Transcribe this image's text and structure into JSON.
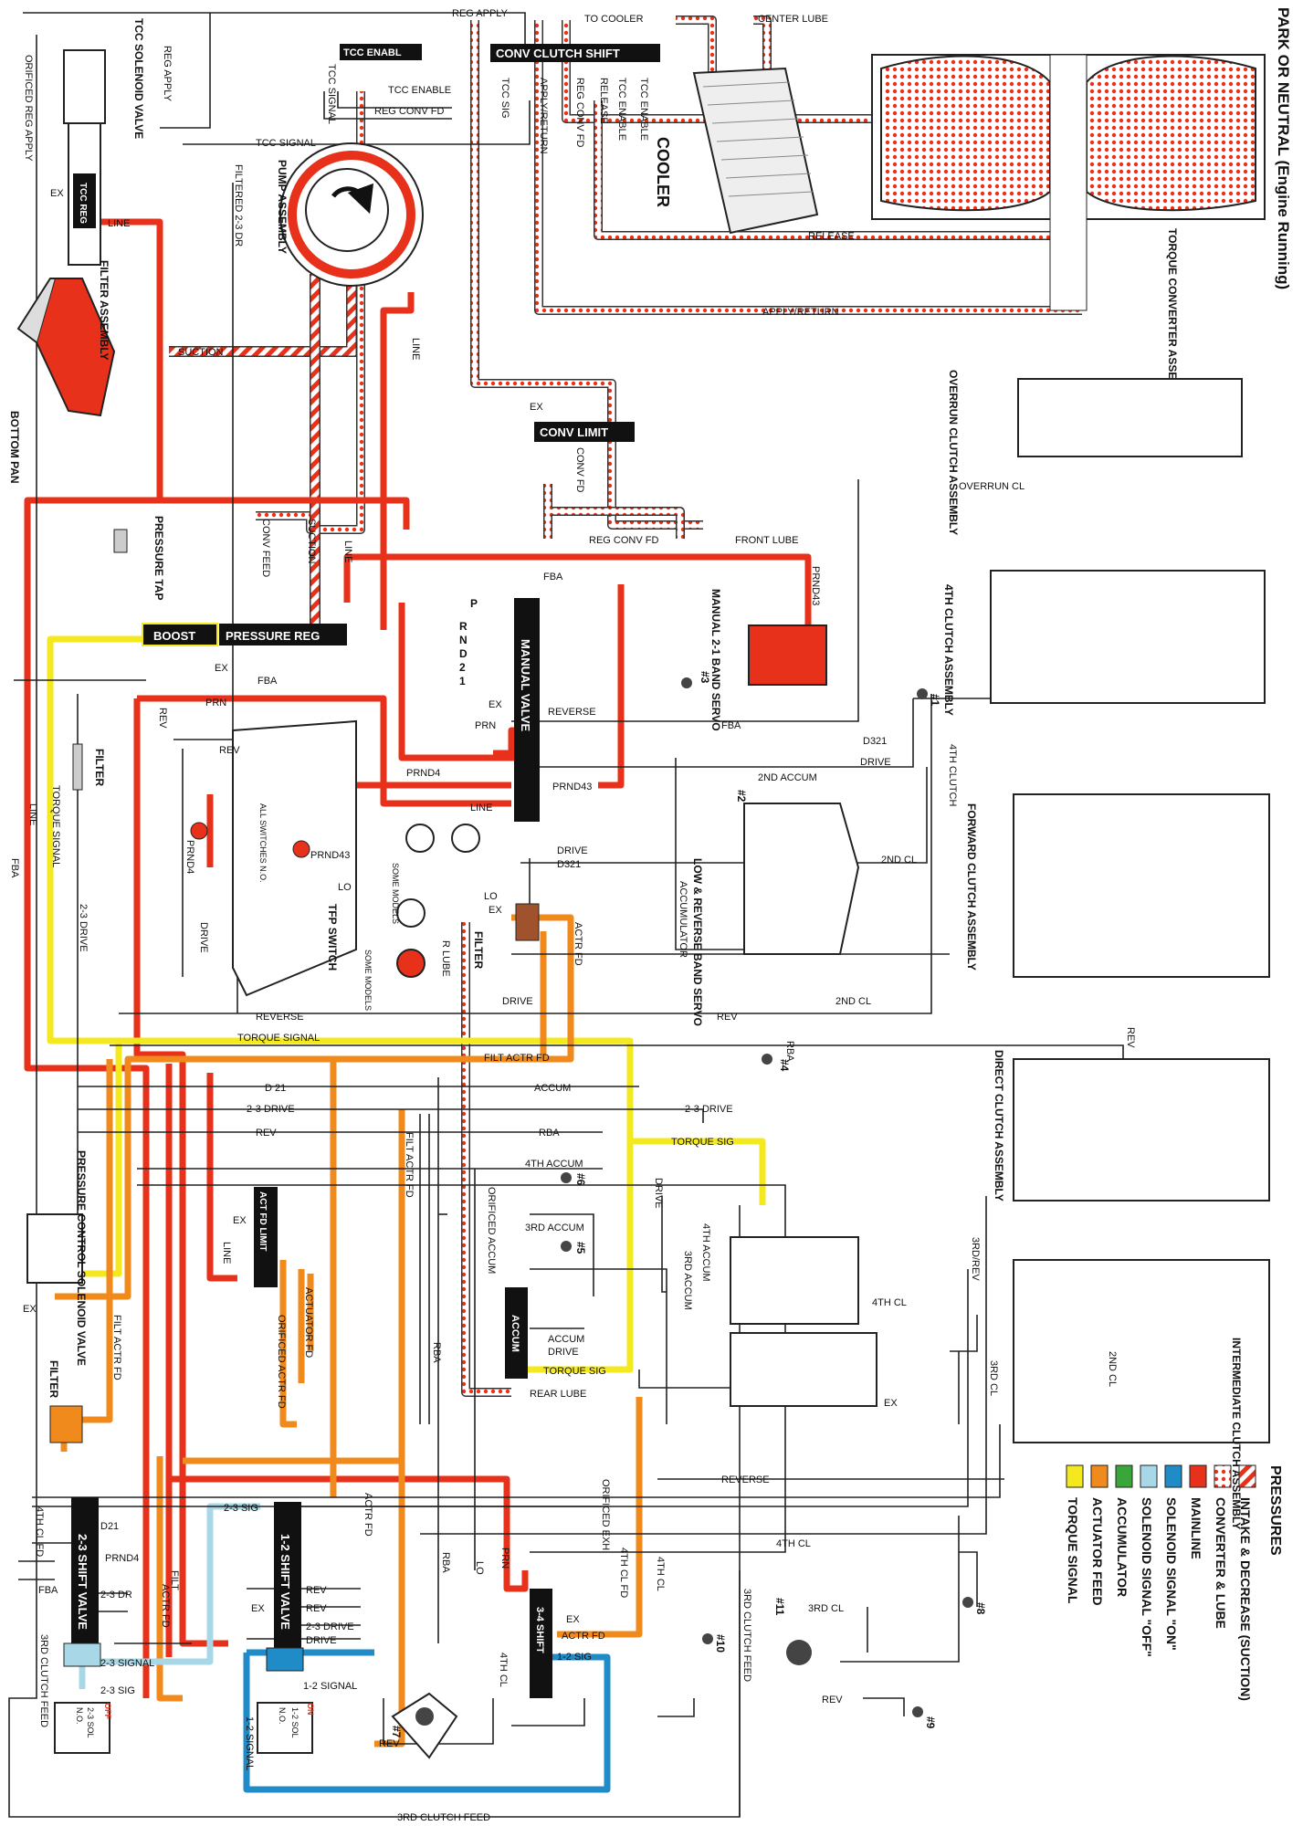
{
  "title": "PARK OR NEUTRAL (Engine Running)",
  "colors": {
    "mainline": "#e8311a",
    "converter": "#e8311a",
    "actuator": "#f08a1c",
    "torque": "#f4e81e",
    "accum": "#3aa63a",
    "sol_on": "#1f8bc7",
    "sol_off": "#a8d8e8",
    "line": "#222222"
  },
  "components": {
    "tcc_solenoid_valve": "TCC SOLENOID VALVE",
    "filter_assembly": "FILTER ASSEMBLY",
    "bottom_pan": "BOTTOM PAN",
    "pump_assembly": "PUMP ASSEMBLY",
    "pressure_tap": "PRESSURE TAP",
    "filter": "FILTER",
    "cooler": "COOLER",
    "torque_converter": "TORQUE CONVERTER ASSEMBLY",
    "overrun_clutch": "OVERRUN CLUTCH ASSEMBLY",
    "fourth_clutch": "4TH CLUTCH ASSEMBLY",
    "forward_clutch": "FORWARD CLUTCH ASSEMBLY",
    "direct_clutch": "DIRECT CLUTCH ASSEMBLY",
    "intermediate_clutch": "INTERMEDIATE CLUTCH ASSEMBLY",
    "manual_21_band_servo": "MANUAL 2-1 BAND SERVO",
    "low_reverse_band_servo": "LOW & REVERSE BAND SERVO",
    "tfp_switch": "TFP SWITCH",
    "all_switches_no": "ALL SWITCHES N.O.",
    "pressure_control_solenoid": "PRESSURE CONTROL SOLENOID VALVE",
    "some_models": "SOME MODELS"
  },
  "valves": {
    "tcc_reg": "TCC REG",
    "tcc_enable": "TCC ENABL",
    "conv_clutch_shift": "CONV CLUTCH SHIFT",
    "conv_limit": "CONV LIMIT",
    "boost": "BOOST",
    "pressure_reg": "PRESSURE REG",
    "manual_valve": "MANUAL VALVE",
    "act_fd_limit": "ACT FD LIMIT",
    "accum": "ACCUM",
    "shift_23": "2-3 SHIFT VALVE",
    "shift_12": "1-2 SHIFT VALVE",
    "shift_34": "3-4 SHIFT",
    "sol_23": "2-3 SOL",
    "sol_12": "1-2 SOL",
    "sol_no": "N.O.",
    "sol_off": "OFF",
    "sol_on": "ON"
  },
  "gear": {
    "p": "P",
    "r": "R",
    "n": "N",
    "d": "D",
    "d2": "2",
    "d1": "1"
  },
  "passages": {
    "reg_apply": "REG APPLY",
    "to_cooler": "TO COOLER",
    "center_lube": "CENTER LUBE",
    "orificed_reg_apply": "ORIFICED REG APPLY",
    "tcc_enable": "TCC ENABLE",
    "reg_conv_fd": "REG CONV FD",
    "tcc_signal": "TCC SIGNAL",
    "tcc_sig": "TCC SIG",
    "apply_return": "APPLY/RETURN",
    "release": "RELEASE",
    "filtered_23_dr": "FILTERED 2-3 DR",
    "line": "LINE",
    "suction": "SUCTION",
    "ex": "EX",
    "conv_fd": "CONV FD",
    "front_lube": "FRONT LUBE",
    "conv_feed": "CONV FEED",
    "fba": "FBA",
    "prndfour3": "PRND43",
    "overrun_cl": "OVERRUN CL",
    "prn": "PRN",
    "reverse": "REVERSE",
    "rev": "REV",
    "prnd4": "PRND4",
    "d321": "D321",
    "drive": "DRIVE",
    "fourth_clutch": "4TH CLUTCH",
    "second_accum": "2ND ACCUM",
    "second_cl": "2ND CL",
    "torque_signal": "TORQUE SIGNAL",
    "two_three_drive": "2-3 DRIVE",
    "d21": "D 21",
    "lo": "LO",
    "r_lube": "R LUBE",
    "actr_fd": "ACTR FD",
    "accumulator": "ACCUMULATOR",
    "filt_actr_fd": "FILT ACTR FD",
    "accum": "ACCUM",
    "rba": "RBA",
    "torque_sig": "TORQUE SIG",
    "fourth_accum": "4TH ACCUM",
    "third_accum": "3RD ACCUM",
    "orificed_accum": "ORIFICED ACCUM",
    "third_rev": "3RD/REV",
    "fourth_cl": "4TH CL",
    "third_cl": "3RD CL",
    "actuator_fd": "ACTUATOR FD",
    "orificed_actr_fd": "ORIFICED ACTR FD",
    "rear_lube": "REAR LUBE",
    "two_three_sig": "2-3 SIG",
    "two_three_dr": "2-3 DR",
    "two_three_signal": "2-3 SIGNAL",
    "fourth_cl_fd": "4TH CL FD",
    "third_clutch_feed": "3RD CLUTCH FEED",
    "one_two_signal": "1-2 SIGNAL",
    "one_two_sig": "1-2 SIG",
    "orificed_exh": "ORIFICED EXH",
    "filt": "FILT",
    "d21b": "D21"
  },
  "balls": [
    "#1",
    "#2",
    "#3",
    "#4",
    "#5",
    "#6",
    "#7",
    "#8",
    "#9",
    "#10",
    "#11"
  ],
  "legend": {
    "heading": "PRESSURES",
    "items": [
      {
        "label": "INTAKE & DECREASE (SUCTION)",
        "swatch": "hatch"
      },
      {
        "label": "CONVERTER & LUBE",
        "swatch": "dots"
      },
      {
        "label": "MAINLINE",
        "color": "#e8311a"
      },
      {
        "label": "SOLENOID SIGNAL \"ON\"",
        "color": "#1f8bc7"
      },
      {
        "label": "SOLENOID SIGNAL \"OFF\"",
        "color": "#a8d8e8"
      },
      {
        "label": "ACCUMULATOR",
        "color": "#3aa63a"
      },
      {
        "label": "ACTUATOR FEED",
        "color": "#f08a1c"
      },
      {
        "label": "TORQUE SIGNAL",
        "color": "#f4e81e"
      }
    ]
  }
}
